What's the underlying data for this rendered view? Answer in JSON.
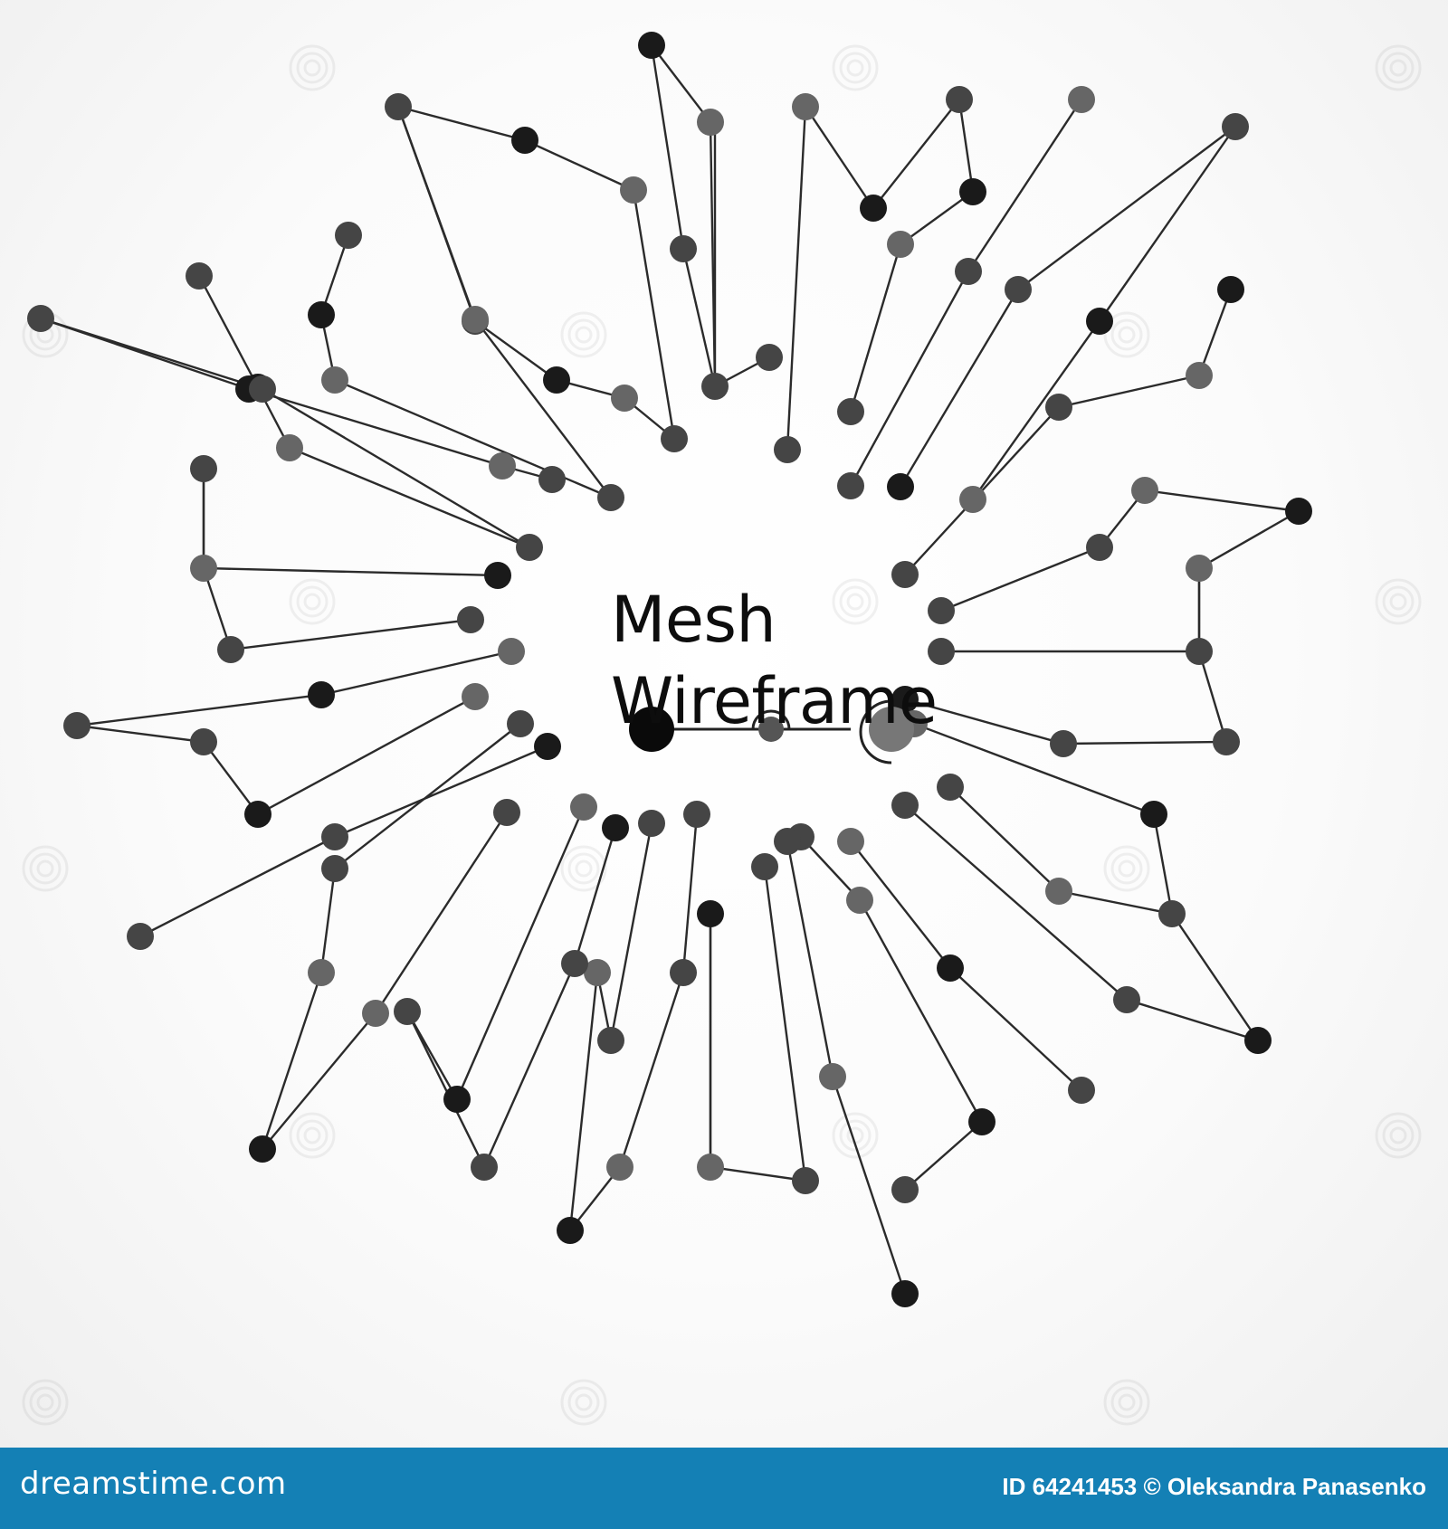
{
  "heading": {
    "line1": "Mesh",
    "line2": "Wireframe"
  },
  "footer": {
    "brand": "dreamstime.com",
    "credit": "ID 64241453 © Oleksandra Panasenko"
  },
  "watermark_text": "dreamstime",
  "colors": {
    "line": "#2b2b2b",
    "node_dark": "#1a1a1a",
    "node_mid": "#454545",
    "node_light": "#666666",
    "footer_bg": "#1480b5"
  }
}
